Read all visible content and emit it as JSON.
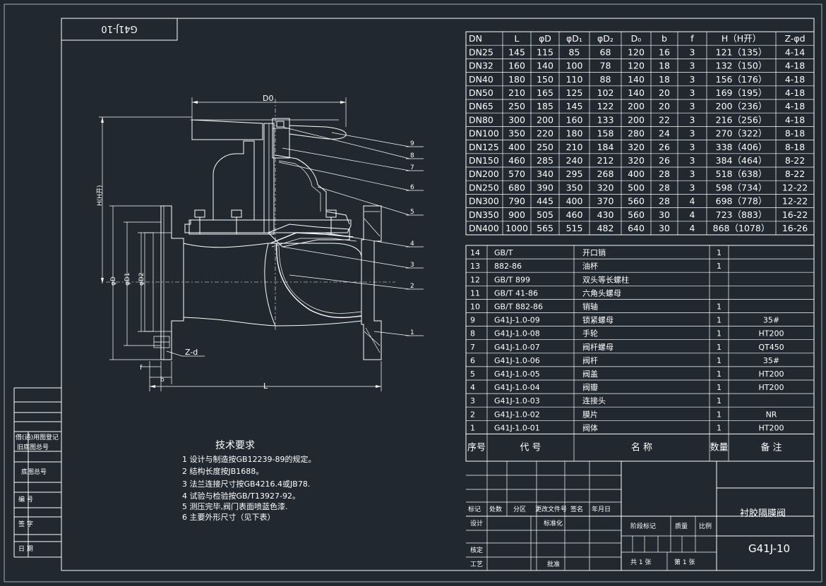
{
  "drawing": {
    "code_mirrored": "G41J-10",
    "title": "衬胶隔膜阀",
    "code": "G41J-10"
  },
  "dim_table": {
    "headers": [
      "DN",
      "L",
      "φD",
      "φD₁",
      "φD₂",
      "D₀",
      "b",
      "f",
      "H（H开）",
      "Z-φd"
    ],
    "rows": [
      [
        "DN25",
        "145",
        "115",
        "85",
        "68",
        "120",
        "16",
        "3",
        "121（135）",
        "4-14"
      ],
      [
        "DN32",
        "160",
        "140",
        "100",
        "78",
        "120",
        "18",
        "3",
        "132（150）",
        "4-18"
      ],
      [
        "DN40",
        "180",
        "150",
        "110",
        "88",
        "140",
        "18",
        "3",
        "156（176）",
        "4-18"
      ],
      [
        "DN50",
        "210",
        "165",
        "125",
        "102",
        "140",
        "20",
        "3",
        "169（195）",
        "4-18"
      ],
      [
        "DN65",
        "250",
        "185",
        "145",
        "122",
        "200",
        "20",
        "3",
        "200（236）",
        "4-18"
      ],
      [
        "DN80",
        "300",
        "200",
        "160",
        "133",
        "200",
        "22",
        "3",
        "216（256）",
        "4-18"
      ],
      [
        "DN100",
        "350",
        "220",
        "180",
        "158",
        "280",
        "24",
        "3",
        "270（322）",
        "8-18"
      ],
      [
        "DN125",
        "400",
        "250",
        "210",
        "184",
        "320",
        "26",
        "3",
        "338（406）",
        "8-18"
      ],
      [
        "DN150",
        "460",
        "285",
        "240",
        "212",
        "320",
        "26",
        "3",
        "384（464）",
        "8-22"
      ],
      [
        "DN200",
        "570",
        "340",
        "295",
        "268",
        "400",
        "28",
        "3",
        "518（638）",
        "8-22"
      ],
      [
        "DN250",
        "680",
        "390",
        "350",
        "320",
        "500",
        "28",
        "3",
        "598（734）",
        "12-22"
      ],
      [
        "DN300",
        "790",
        "445",
        "400",
        "370",
        "560",
        "28",
        "4",
        "698（778）",
        "12-22"
      ],
      [
        "DN350",
        "900",
        "505",
        "460",
        "430",
        "560",
        "30",
        "4",
        "723（883）",
        "16-22"
      ],
      [
        "DN400",
        "1000",
        "565",
        "515",
        "482",
        "640",
        "30",
        "4",
        "868（1078）",
        "16-26"
      ]
    ]
  },
  "parts": {
    "rows": [
      {
        "no": "14",
        "code": "GB/T",
        "name": "开口销",
        "qty": "1",
        "note": ""
      },
      {
        "no": "13",
        "code": "882-86",
        "name": "油杯",
        "qty": "1",
        "note": ""
      },
      {
        "no": "12",
        "code": "GB/T 899",
        "name": "双头等长螺柱",
        "qty": "",
        "note": ""
      },
      {
        "no": "11",
        "code": "GB/T 41-86",
        "name": "六角头螺母",
        "qty": "",
        "note": ""
      },
      {
        "no": "10",
        "code": "GB/T 882-86",
        "name": "销轴",
        "qty": "1",
        "note": ""
      },
      {
        "no": "9",
        "code": "G41J-1.0-09",
        "name": "锁紧螺母",
        "qty": "1",
        "note": "35#"
      },
      {
        "no": "8",
        "code": "G41J-1.0-08",
        "name": "手轮",
        "qty": "1",
        "note": "HT200"
      },
      {
        "no": "7",
        "code": "G41J-1.0-07",
        "name": "阀杆螺母",
        "qty": "1",
        "note": "QT450"
      },
      {
        "no": "6",
        "code": "G41J-1.0-06",
        "name": "阀杆",
        "qty": "1",
        "note": "35#"
      },
      {
        "no": "5",
        "code": "G41J-1.0-05",
        "name": "阀盖",
        "qty": "1",
        "note": "HT200"
      },
      {
        "no": "4",
        "code": "G41J-1.0-04",
        "name": "阀瓣",
        "qty": "1",
        "note": "HT200"
      },
      {
        "no": "3",
        "code": "G41J-1.0-03",
        "name": "连接头",
        "qty": "1",
        "note": ""
      },
      {
        "no": "2",
        "code": "G41J-1.0-02",
        "name": "膜片",
        "qty": "1",
        "note": "NR"
      },
      {
        "no": "1",
        "code": "G41J-1.0-01",
        "name": "阀体",
        "qty": "1",
        "note": "HT200"
      }
    ],
    "header": {
      "no": "序号",
      "code": "代  号",
      "name": "名  称",
      "qty": "数量",
      "note": "备  注"
    }
  },
  "title_block": {
    "mark": "标记",
    "count": "处数",
    "zone": "分区",
    "docno": "更改文件号",
    "sign": "签名",
    "date": "年月日",
    "design": "设计",
    "standard": "标准化",
    "review": "核定",
    "process": "工艺",
    "approve": "批准",
    "stage": "阶段标记",
    "mass": "质量",
    "scale": "比例",
    "sheets_total": "共 1 张",
    "sheet_no": "第 1 张"
  },
  "left_strip": {
    "l1": "借(通)用图登记",
    "l2": "旧底图总号",
    "l3": "底图总号",
    "l4": "编      号",
    "l5": "签      字",
    "l6": "日      期"
  },
  "tech": {
    "title": "技术要求",
    "items": [
      "1 设计与制造按GB12239-89的规定。",
      "2 结构长度按JB1688。",
      "3 法兰连接尺寸按GB4216.4或JB78.",
      "4 试验与检验按GB/T13927-92。",
      "5 测压完毕,阀门表面喷蓝色漆.",
      "6 主要外形尺寸（见下表）"
    ]
  },
  "drawing_labels": {
    "D0": "D0",
    "H": "H(H开)",
    "D": "φD",
    "D1": "φD1",
    "D2": "φD2",
    "Zd": "Z-d",
    "f": "f",
    "b": "b",
    "L": "L",
    "balloons": [
      "9",
      "8",
      "7",
      "6",
      "5",
      "4",
      "3",
      "2",
      "1"
    ]
  }
}
